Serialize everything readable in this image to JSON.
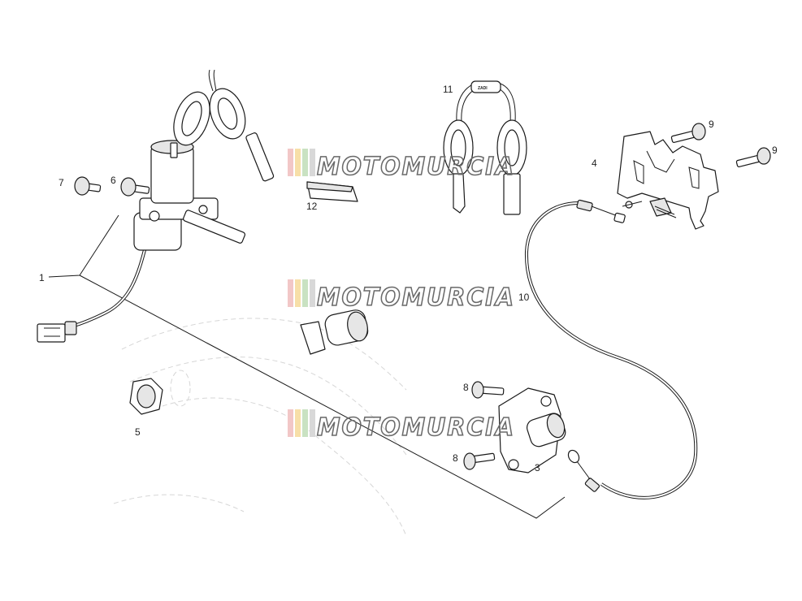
{
  "callouts": [
    {
      "id": "1",
      "text": "1"
    },
    {
      "id": "3",
      "text": "3"
    },
    {
      "id": "4",
      "text": "4"
    },
    {
      "id": "5",
      "text": "5"
    },
    {
      "id": "6",
      "text": "6"
    },
    {
      "id": "7",
      "text": "7"
    },
    {
      "id": "8a",
      "text": "8"
    },
    {
      "id": "8b",
      "text": "8"
    },
    {
      "id": "9a",
      "text": "9"
    },
    {
      "id": "9b",
      "text": "9"
    },
    {
      "id": "10",
      "text": "10"
    },
    {
      "id": "11",
      "text": "11"
    },
    {
      "id": "12",
      "text": "12"
    }
  ],
  "watermark": {
    "text": "MOTOMURCIA",
    "stripe_colors": [
      "#f2c7c7",
      "#f7dfa8",
      "#c9e2c2",
      "#d8d8d8"
    ]
  },
  "key_brand": "ZADI"
}
